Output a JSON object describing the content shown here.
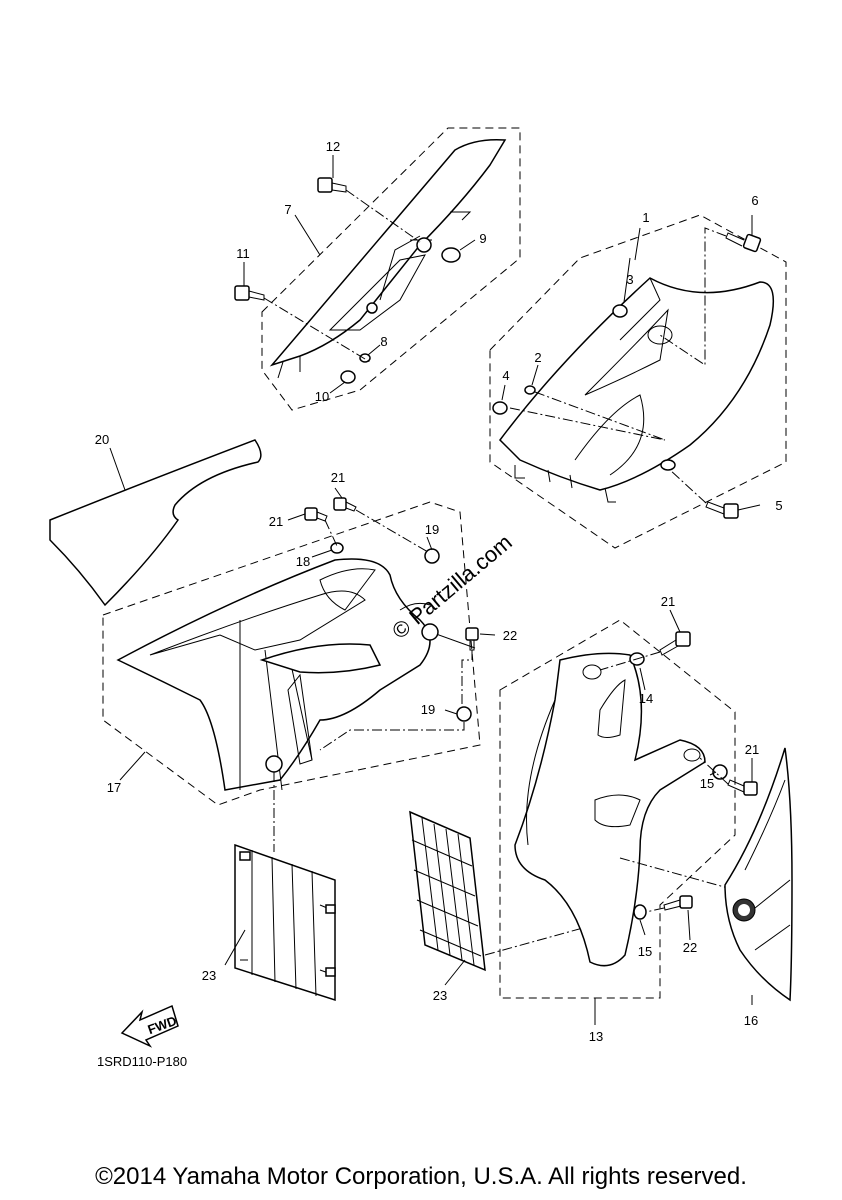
{
  "diagram": {
    "callouts": {
      "c1": "1",
      "c2": "2",
      "c3": "3",
      "c4": "4",
      "c5": "5",
      "c6": "6",
      "c7": "7",
      "c8": "8",
      "c9": "9",
      "c10": "10",
      "c11": "11",
      "c12": "12",
      "c13": "13",
      "c14": "14",
      "c15a": "15",
      "c15b": "15",
      "c16": "16",
      "c17": "17",
      "c18": "18",
      "c19a": "19",
      "c19b": "19",
      "c20": "20",
      "c21a": "21",
      "c21b": "21",
      "c21c": "21",
      "c21d": "21",
      "c22a": "22",
      "c22b": "22",
      "c23a": "23",
      "c23b": "23"
    },
    "fwd_label": "FWD",
    "diagram_code": "1SRD110-P180",
    "watermark": "© Partzilla.com"
  },
  "footer": {
    "copyright": "©2014 Yamaha Motor Corporation, U.S.A. All rights reserved."
  }
}
